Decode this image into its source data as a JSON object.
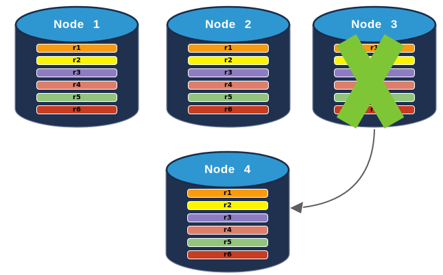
{
  "diagram": {
    "type": "replicated-database-nodes",
    "background": "#ffffff"
  },
  "colors": {
    "cylinder_body": "#203150",
    "cylinder_top": "#2e97d1",
    "cylinder_top_border": "#1a2c49",
    "row_border": "#ffffff",
    "row_text": "#000000",
    "node_label_text": "#ffffff",
    "x_mark": "#7fc636",
    "arrow": "#5e5e5e"
  },
  "rows": [
    {
      "label": "r1",
      "color": "#f89b0e"
    },
    {
      "label": "r2",
      "color": "#fbf502"
    },
    {
      "label": "r3",
      "color": "#8e7cc3"
    },
    {
      "label": "r4",
      "color": "#dd7e6b"
    },
    {
      "label": "r5",
      "color": "#93c47d"
    },
    {
      "label": "r6",
      "color": "#c63d22"
    }
  ],
  "nodes": [
    {
      "id": "node-1",
      "label": "Node 1",
      "failed": false
    },
    {
      "id": "node-2",
      "label": "Node 2",
      "failed": false
    },
    {
      "id": "node-3",
      "label": "Node 3",
      "failed": true
    },
    {
      "id": "node-4",
      "label": "Node 4",
      "failed": false
    }
  ],
  "arrow": {
    "from": "node-3",
    "to": "node-4"
  }
}
